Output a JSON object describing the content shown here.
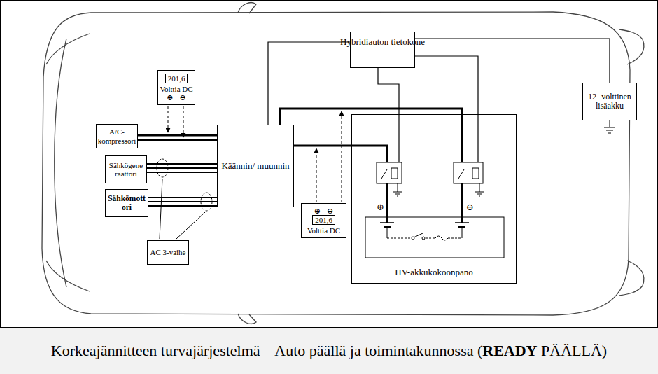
{
  "diagram": {
    "caption": "Korkeajännitteen turvajärjestelmä – Auto päällä ja toimintakunnossa (READY PÄÄLLÄ)",
    "nodes": [
      {
        "text": [
          "Hybridiauton tietokone"
        ]
      },
      {
        "text": [
          "12- volttinen lisäakku"
        ]
      },
      {
        "text": [
          "201,6",
          "Volttia DC",
          "⊕",
          "⊖"
        ]
      },
      {
        "text": [
          "A/C- kompressori"
        ]
      },
      {
        "text": [
          "Sähkögene raattori"
        ]
      },
      {
        "text": [
          "Sähkömott ori"
        ]
      },
      {
        "text": [
          "Käännin/ muunnin"
        ]
      },
      {
        "text": [
          "⊕",
          "⊖",
          "201,6",
          "Volttia DC"
        ]
      },
      {
        "text": [
          "AC 3-vaihe"
        ]
      },
      {
        "text": [
          "HV-akkukokoonpano"
        ]
      }
    ],
    "edges": [
      {
        "from": 0,
        "to": 6,
        "arrow": "none"
      },
      {
        "from": 0,
        "to": 1,
        "arrow": "none"
      },
      {
        "from": 0,
        "to": 9,
        "arrow": "none"
      },
      {
        "from": 0,
        "to": 9,
        "arrow": "none"
      },
      {
        "from": 3,
        "to": 6,
        "arrow": "none"
      },
      {
        "from": 4,
        "to": 6,
        "arrow": "none"
      },
      {
        "from": 5,
        "to": 6,
        "arrow": "none"
      },
      {
        "from": 6,
        "to": 9,
        "arrow": "none"
      },
      {
        "from": 6,
        "to": 9,
        "arrow": "none"
      }
    ],
    "labels": [
      "⊕",
      "⊖"
    ]
  }
}
